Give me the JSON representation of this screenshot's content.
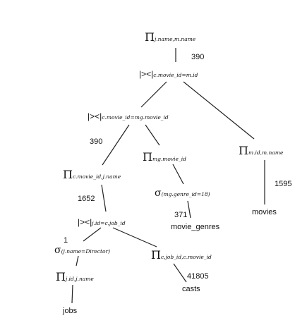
{
  "operators": {
    "root_projection": {
      "symbol": "Π",
      "subscript": "j.name,m.name"
    },
    "join_top": {
      "symbol": "|><|",
      "subscript": "c.movie_id=m.id"
    },
    "join_mid": {
      "symbol": "|><|",
      "subscript": "c.movie_id=mg.movie_id"
    },
    "proj_c_movie": {
      "symbol": "Π",
      "subscript": "c.movie_id,j.name"
    },
    "proj_mg": {
      "symbol": "Π",
      "subscript": "mg.movie_id"
    },
    "proj_m": {
      "symbol": "Π",
      "subscript": "m.id,m.name"
    },
    "select_genre": {
      "symbol": "σ",
      "subscript": "(mg.genre_id=18)"
    },
    "join_low": {
      "symbol": "|><|",
      "subscript": "j.id=c.job_id"
    },
    "select_jobs": {
      "symbol": "σ",
      "subscript": "(j.name=Director)"
    },
    "proj_c_job": {
      "symbol": "Π",
      "subscript": "c.job_id,c.movie_id"
    },
    "proj_j": {
      "symbol": "Π",
      "subscript": "j.id,j.name"
    }
  },
  "relations": {
    "movies": "movies",
    "movie_genres": "movie_genres",
    "casts": "casts",
    "jobs": "jobs"
  },
  "counts": {
    "root": "390",
    "join_mid": "390",
    "join_low": "1652",
    "movies": "1595",
    "movie_genres": "371",
    "jobs": "1",
    "casts": "41805"
  }
}
